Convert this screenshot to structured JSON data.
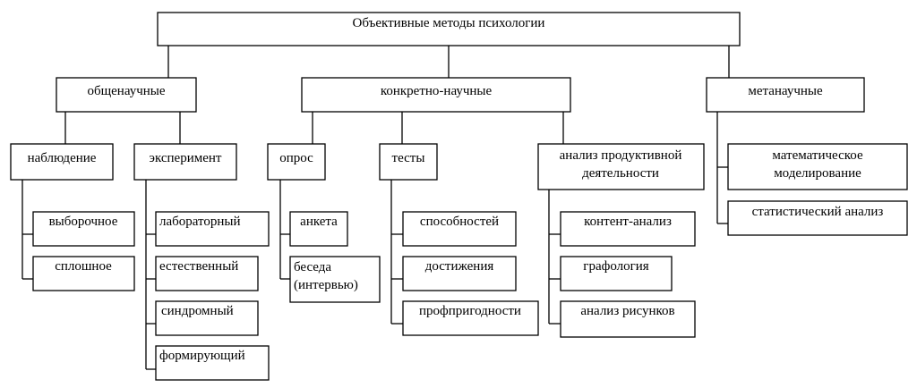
{
  "title": "Объективные методы психологии",
  "groups": {
    "general": "общенаучные",
    "specific": "конкретно-научные",
    "meta": "метанаучные"
  },
  "general": {
    "observation": "наблюдение",
    "observation_items": [
      "выборочное",
      "сплошное"
    ],
    "experiment": "эксперимент",
    "experiment_items": [
      "лабораторный",
      "естественный",
      "синдромный",
      "формирующий"
    ]
  },
  "specific": {
    "survey": "опрос",
    "survey_items": [
      {
        "line1": "анкета",
        "line2": ""
      },
      {
        "line1": "беседа",
        "line2": "(интервью)"
      }
    ],
    "tests": "тесты",
    "tests_items": [
      "способностей",
      "достижения",
      "профпригодности"
    ],
    "analysis_line1": "анализ продуктивной",
    "analysis_line2": "деятельности",
    "analysis_items": [
      "контент-анализ",
      "графология",
      "анализ рисунков"
    ]
  },
  "meta": {
    "items": [
      {
        "line1": "математическое",
        "line2": "моделирование"
      },
      {
        "line1": "статистический анализ",
        "line2": ""
      }
    ]
  }
}
